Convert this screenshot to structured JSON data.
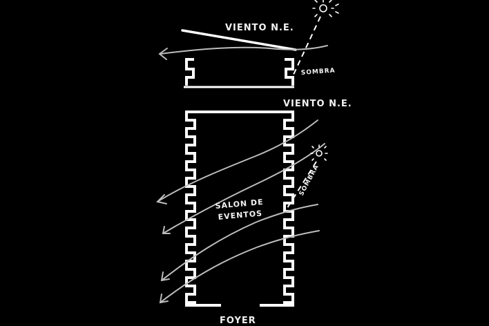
{
  "labels": {
    "wind_top": "VIENTO N.E.",
    "wind_bottom": "VIENTO N.E.",
    "shade_top": "SOMBRA",
    "shade_bottom": "SOMBRA",
    "hall_line1": "SALON DE",
    "hall_line2": "EVENTOS",
    "foyer": "FOYER"
  },
  "colors": {
    "background": "#000000",
    "ink": "#ffffff",
    "wind": "#bdbdbd"
  }
}
